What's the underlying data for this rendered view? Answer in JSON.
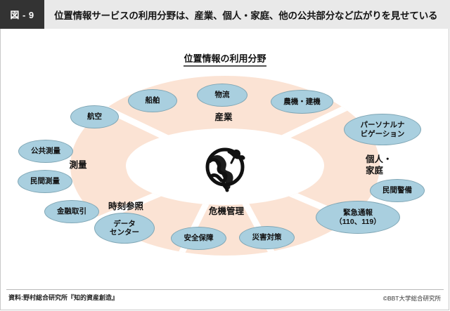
{
  "header": {
    "badge": "図 - 9",
    "title": "位置情報サービスの利用分野は、産業、個人・家庭、他の公共部分など広がりを見せている"
  },
  "subtitle": "位置情報の利用分野",
  "diagram": {
    "center_icon": "globe-icon",
    "colors": {
      "sector_fill": "#fbe3d4",
      "bubble_fill": "#a9cfdf",
      "bubble_stroke": "#7fa6b5",
      "divider": "#ffffff",
      "inner_fill": "#ffffff",
      "header_dark": "#333333",
      "header_light": "#e9e9e9"
    },
    "sectors": [
      {
        "name": "産業"
      },
      {
        "name": "個人・\n家庭"
      },
      {
        "name": "危機管理"
      },
      {
        "name": "時刻参照"
      },
      {
        "name": "測量"
      }
    ],
    "bubbles": [
      {
        "label": "航空",
        "sector": "測量"
      },
      {
        "label": "船舶",
        "sector": "産業"
      },
      {
        "label": "物流",
        "sector": "産業"
      },
      {
        "label": "農機・建機",
        "sector": "産業"
      },
      {
        "label": "パーソナルナ\nビゲーション",
        "sector": "個人・家庭"
      },
      {
        "label": "公共測量",
        "sector": "測量"
      },
      {
        "label": "民間測量",
        "sector": "測量"
      },
      {
        "label": "民間警備",
        "sector": "個人・家庭"
      },
      {
        "label": "金融取引",
        "sector": "時刻参照"
      },
      {
        "label": "データ\nセンター",
        "sector": "時刻参照"
      },
      {
        "label": "緊急通報\n（110、119）",
        "sector": "個人・家庭"
      },
      {
        "label": "安全保障",
        "sector": "危機管理"
      },
      {
        "label": "災害対策",
        "sector": "危機管理"
      }
    ]
  },
  "footer": {
    "source": "資料:野村総合研究所『知的資産創造』",
    "copyright": "©BBT大学総合研究所"
  }
}
